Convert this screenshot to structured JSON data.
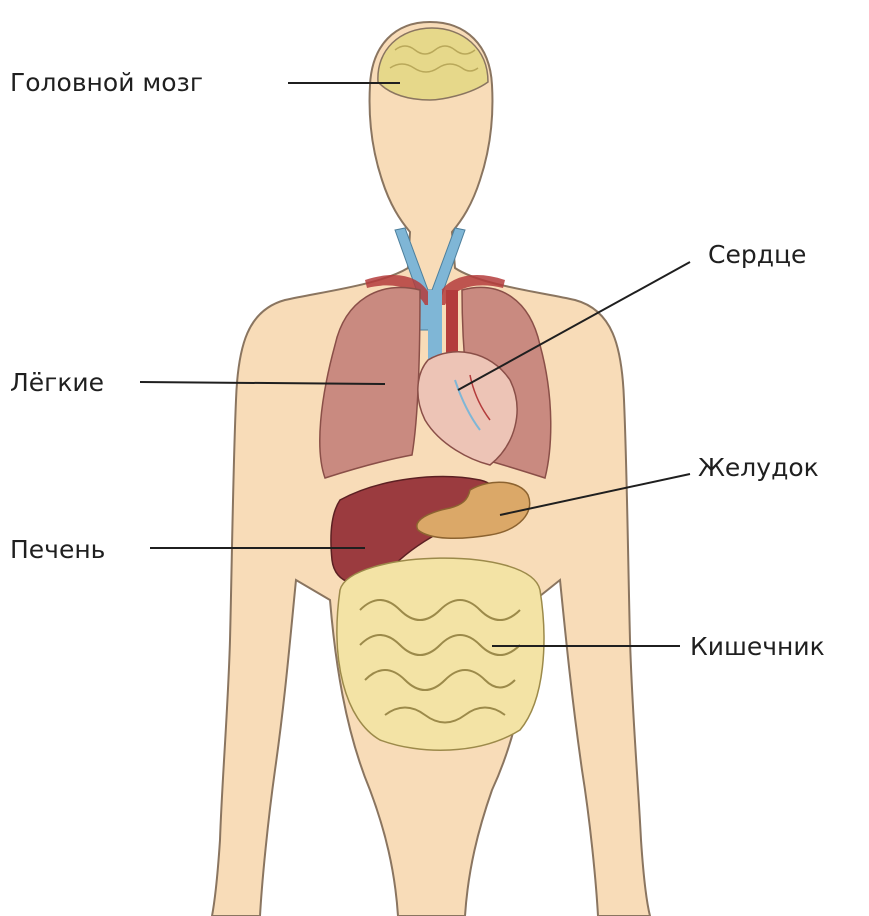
{
  "labels": {
    "brain": "Головной мозг",
    "heart": "Сердце",
    "lungs": "Лёгкие",
    "stomach": "Желудок",
    "liver": "Печень",
    "intestine": "Кишечник"
  },
  "colors": {
    "skin": "#f8dcb8",
    "skin_outline": "#8a7560",
    "brain": "#e6d88a",
    "lungs": "#c98a80",
    "heart": "#edc4b6",
    "vein": "#7fb6d6",
    "artery": "#b43c3c",
    "liver": "#9b3b3f",
    "stomach": "#dba868",
    "intestine": "#f3e3a5",
    "leader_line": "#1f1f1f"
  }
}
